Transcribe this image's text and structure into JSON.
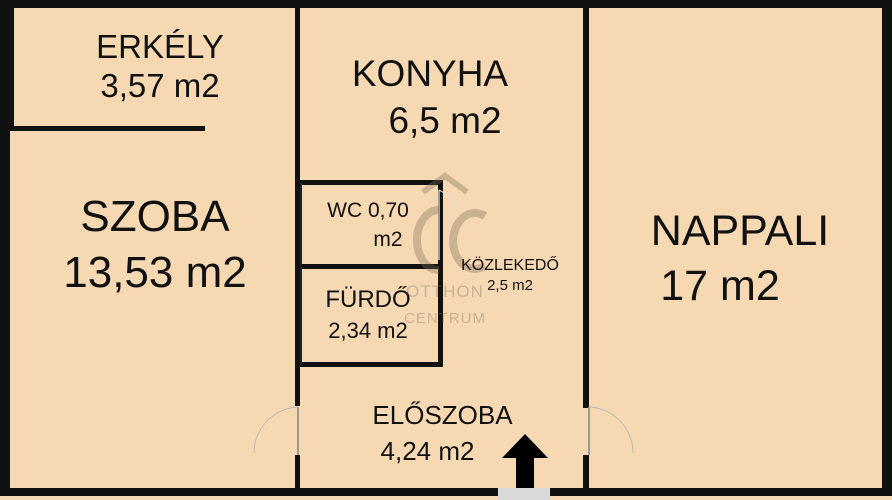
{
  "rooms": {
    "erkely": {
      "name": "ERKÉLY",
      "area": "3,57  m2"
    },
    "konyha": {
      "name": "KONYHA",
      "area": "6,5  m2"
    },
    "szoba": {
      "name": "SZOBA",
      "area": "13,53  m2"
    },
    "wc": {
      "name": "WC 0,70",
      "area": "m2"
    },
    "furdo": {
      "name": "FÜRDŐ",
      "area": "2,34  m2"
    },
    "kozlekedo": {
      "name": "KÖZLEKEDŐ",
      "area": "2,5  m2"
    },
    "nappali": {
      "name": "NAPPALI",
      "area": "17  m2"
    },
    "eloszoba": {
      "name": "ELŐSZOBA",
      "area": "4,24  m2"
    }
  },
  "watermark": {
    "initials": "OC",
    "line1": "OTTHON",
    "line2": "CENTRUM"
  },
  "colors": {
    "floor": "#f6d9b2",
    "wall": "#111111",
    "watermark": "#7a6a56"
  },
  "icons": {
    "entrance": "entrance-arrow-icon",
    "logo": "otthon-centrum-logo-icon"
  }
}
